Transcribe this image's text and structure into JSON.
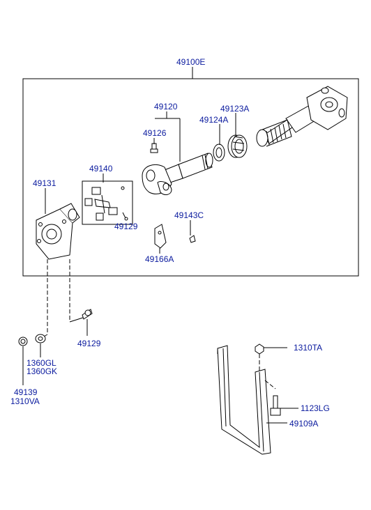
{
  "labels": {
    "assembly": "49100E",
    "shaft_tube": "49120",
    "grease_nipple": "49126",
    "bearing_ring": "49123A",
    "seal_ring": "49124A",
    "spider_kit": "49140",
    "flange_yoke": "49131",
    "snap_ring_inner": "49129",
    "clip_small": "49143C",
    "balance_weight": "49166A",
    "snap_ring_outer": "49129",
    "washer_a": "1360GL",
    "washer_b": "1360GK",
    "nut_a": "49139",
    "nut_b": "1310VA",
    "bracket_nut": "1310TA",
    "bracket_bolt": "1123LG",
    "center_bracket": "49109A"
  },
  "colors": {
    "label": "#0a1a9e",
    "line": "#000000"
  }
}
